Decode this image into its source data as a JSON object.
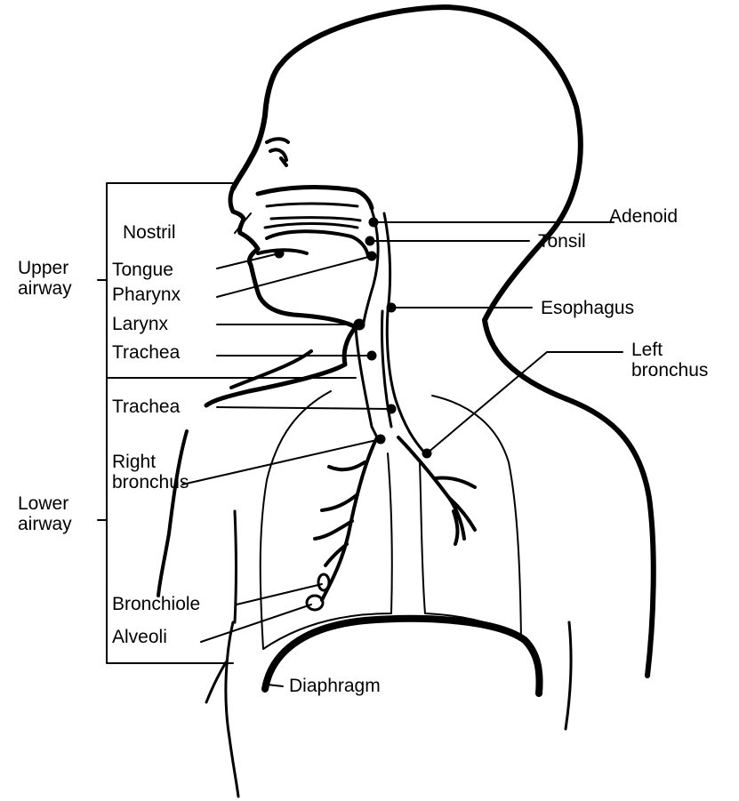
{
  "groups": {
    "upper": [
      "Upper",
      "airway"
    ],
    "lower": [
      "Lower",
      "airway"
    ]
  },
  "labels": {
    "nostril": "Nostril",
    "tongue": "Tongue",
    "pharynx": "Pharynx",
    "larynx": "Larynx",
    "trachea_upper": "Trachea",
    "trachea_lower": "Trachea",
    "right_bronchus": [
      "Right",
      "bronchus"
    ],
    "bronchiole": "Bronchiole",
    "alveoli": "Alveoli",
    "adenoid": "Adenoid",
    "tonsil": "Tonsil",
    "esophagus": "Esophagus",
    "left_bronchus": [
      "Left",
      "bronchus"
    ],
    "diaphragm": "Diaphragm"
  }
}
